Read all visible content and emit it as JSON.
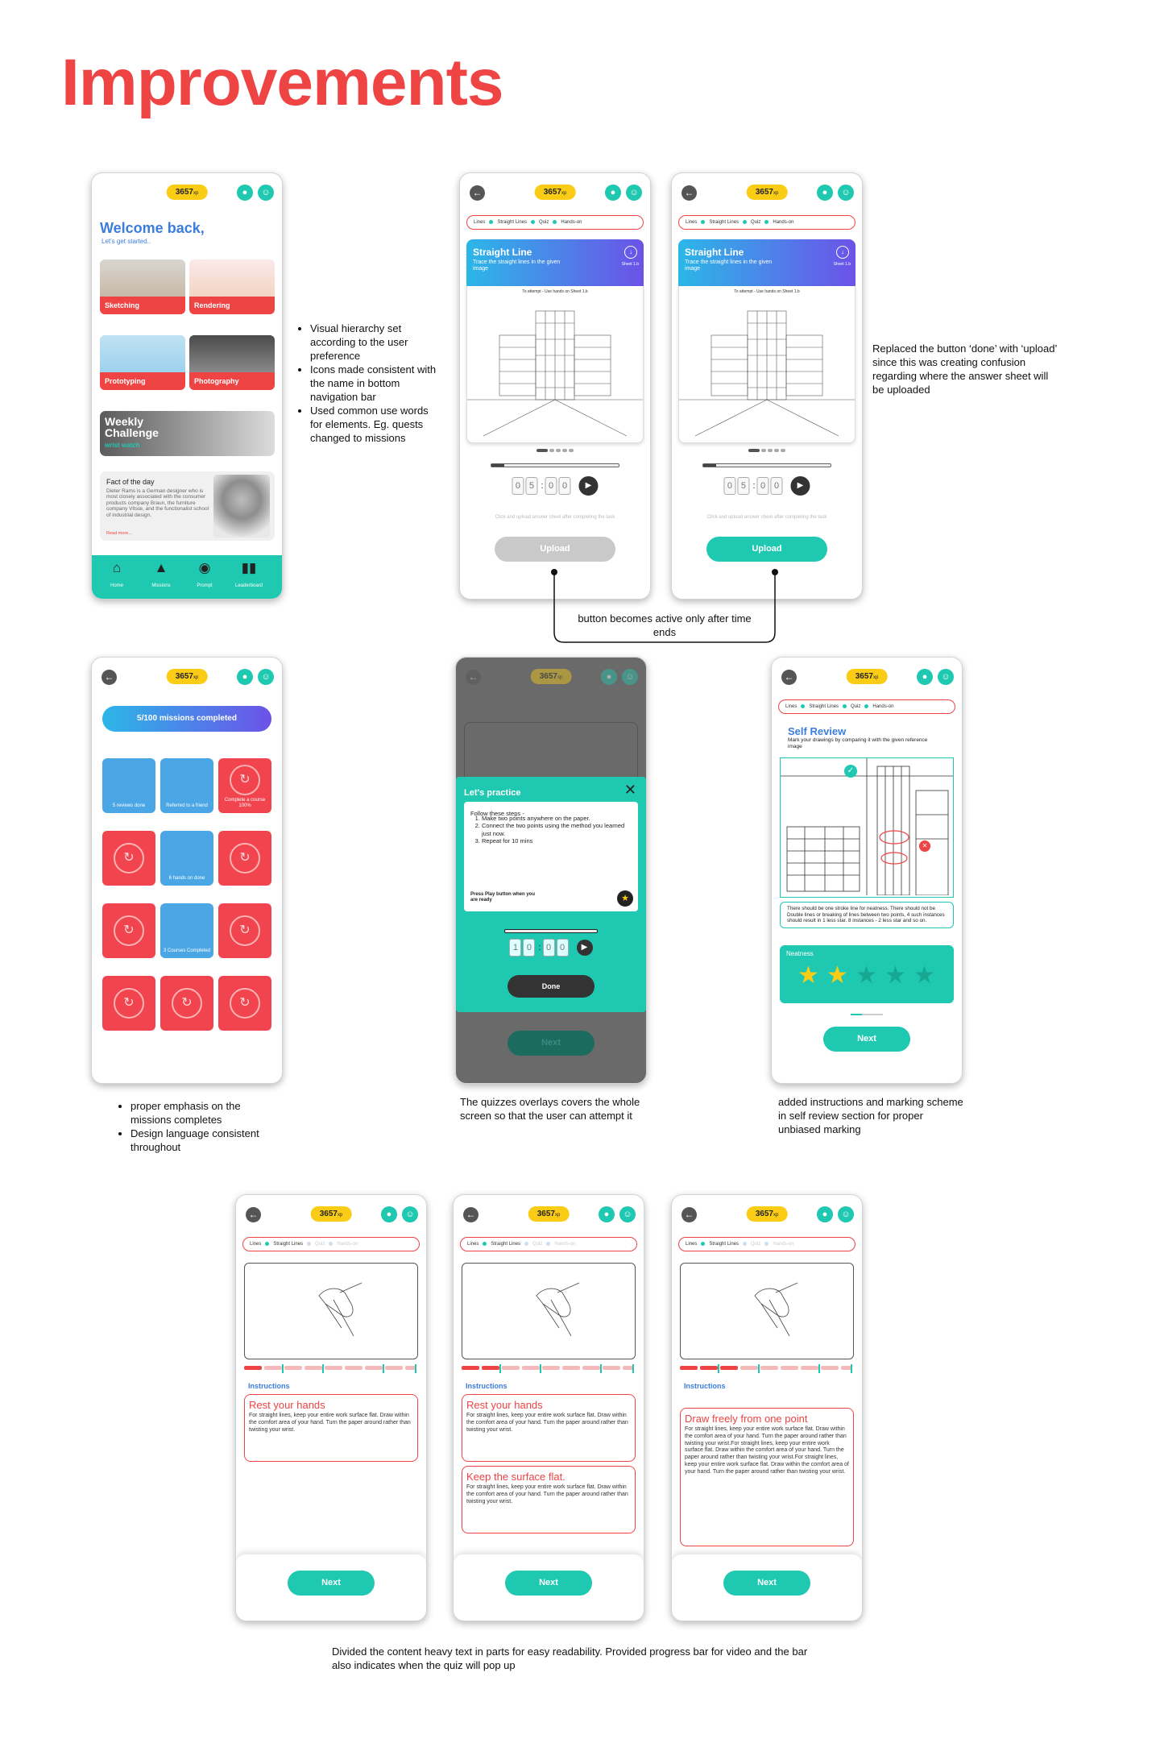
{
  "heading": "Improvements",
  "xp": {
    "value": "3657",
    "unit": "xp"
  },
  "crumbs": {
    "lines": "Lines",
    "straight": "Straight Lines",
    "quiz": "Quiz",
    "hands_on": "Hands-on"
  },
  "home": {
    "welcome": "Welcome back,",
    "sub": "Let's get started..",
    "tiles": [
      "Sketching",
      "Rendering",
      "Prototyping",
      "Photography"
    ],
    "weekly_line1": "Weekly",
    "weekly_line2": "Challenge",
    "weekly_sub": "wrist watch",
    "fact_title": "Fact of the day",
    "fact_body": "Dieter Rams is a German designer who is most closely associated with the consumer products company Braun, the furniture company Vitsœ, and the functionalist school of industrial design.",
    "read_more": "Read more...",
    "nav": [
      "Home",
      "Missions",
      "Prompt",
      "Leaderboard"
    ]
  },
  "task": {
    "title": "Straight Line",
    "desc": "Trace the straight lines in the given image",
    "sheet": "Sheet 1.b",
    "caption": "To attempt - Use hands on Sheet 1.b",
    "digits": [
      "0",
      "5",
      "0",
      "0"
    ],
    "hint": "Click and upload answer sheet after completing the task",
    "upload": "Upload"
  },
  "notes": {
    "home": [
      "Visual hierarchy set according to the user preference",
      "Icons made consistent with the name in bottom navigation bar",
      "Used common use words for elements. Eg. quests changed to missions"
    ],
    "upload": "Replaced the button ‘done’ with ‘upload’ since this was creating confusion regarding where the answer sheet will be uploaded",
    "active": "button becomes active only after time ends",
    "missions": [
      "proper emphasis on the missions completes",
      "Design language consistent throughout"
    ],
    "quiz": "The quizzes overlays covers the whole screen so that the user can attempt it",
    "review": "added instructions and marking scheme in self review section for proper unbiased marking",
    "bottom": "Divided the content heavy text in parts for easy readability. Provided progress bar for video and the bar also indicates when the quiz will pop up"
  },
  "missions": {
    "progress": "5/100 missions completed",
    "badges": [
      "5 reviews done",
      "Referred to a friend",
      "Complete a course 100%",
      "6 hands on done",
      "3 Courses Completed"
    ]
  },
  "practice": {
    "title": "Let's practice",
    "steps_intro": "Follow these steps -",
    "steps": [
      "Make two points anywhere on the paper.",
      "Connect the two points using the method you learned just now.",
      "Repeat for 10 mins"
    ],
    "press_play": "Press Play button when you are ready",
    "digits": [
      "1",
      "0",
      "0",
      "0"
    ],
    "done": "Done",
    "next": "Next"
  },
  "review": {
    "title": "Self Review",
    "sub": "Mark your drawings by comparing it with the given reference image",
    "note": "There should be one stroke line for neatness. There should not be Double lines or breaking of lines between two points, 4 such instances should result in 1 less star. 8 instances - 2 less star and so on.",
    "neatness": "Neatness",
    "rating": 2,
    "next": "Next"
  },
  "lesson": {
    "instructions": "Instructions",
    "rest_title": "Rest your hands",
    "rest_body": "For straight lines, keep your entire work surface flat. Draw within the comfort area of your hand. Turn the paper around rather than twisting your wrist.",
    "flat_title": "Keep the surface flat.",
    "flat_body": "For straight lines, keep your entire work surface flat. Draw within the comfort area of your hand. Turn the paper around rather than twisting your wrist.",
    "free_title": "Draw freely from one point",
    "free_body": "For straight lines, keep your entire work surface flat. Draw within the comfort area of your hand. Turn the paper around rather than twisting your wrist.For straight lines, keep your entire work surface flat. Draw within the comfort area of your hand. Turn the paper around rather than twisting your wrist.For straight lines, keep your entire work surface flat. Draw within the comfort area of your hand. Turn the paper around rather than twisting your wrist.",
    "next": "Next"
  },
  "colors": {
    "accent": "#1fc8b0",
    "red": "#ef4444",
    "xp": "#facc15",
    "blue": "#3b7ddd"
  },
  "icons": [
    "bell-icon",
    "user-icon",
    "back-arrow-icon",
    "download-icon",
    "play-icon",
    "close-icon",
    "lightbulb-icon",
    "lock-icon",
    "check-icon",
    "cross-icon",
    "star-icon",
    "home-icon",
    "mountain-icon",
    "target-icon",
    "bars-icon"
  ]
}
